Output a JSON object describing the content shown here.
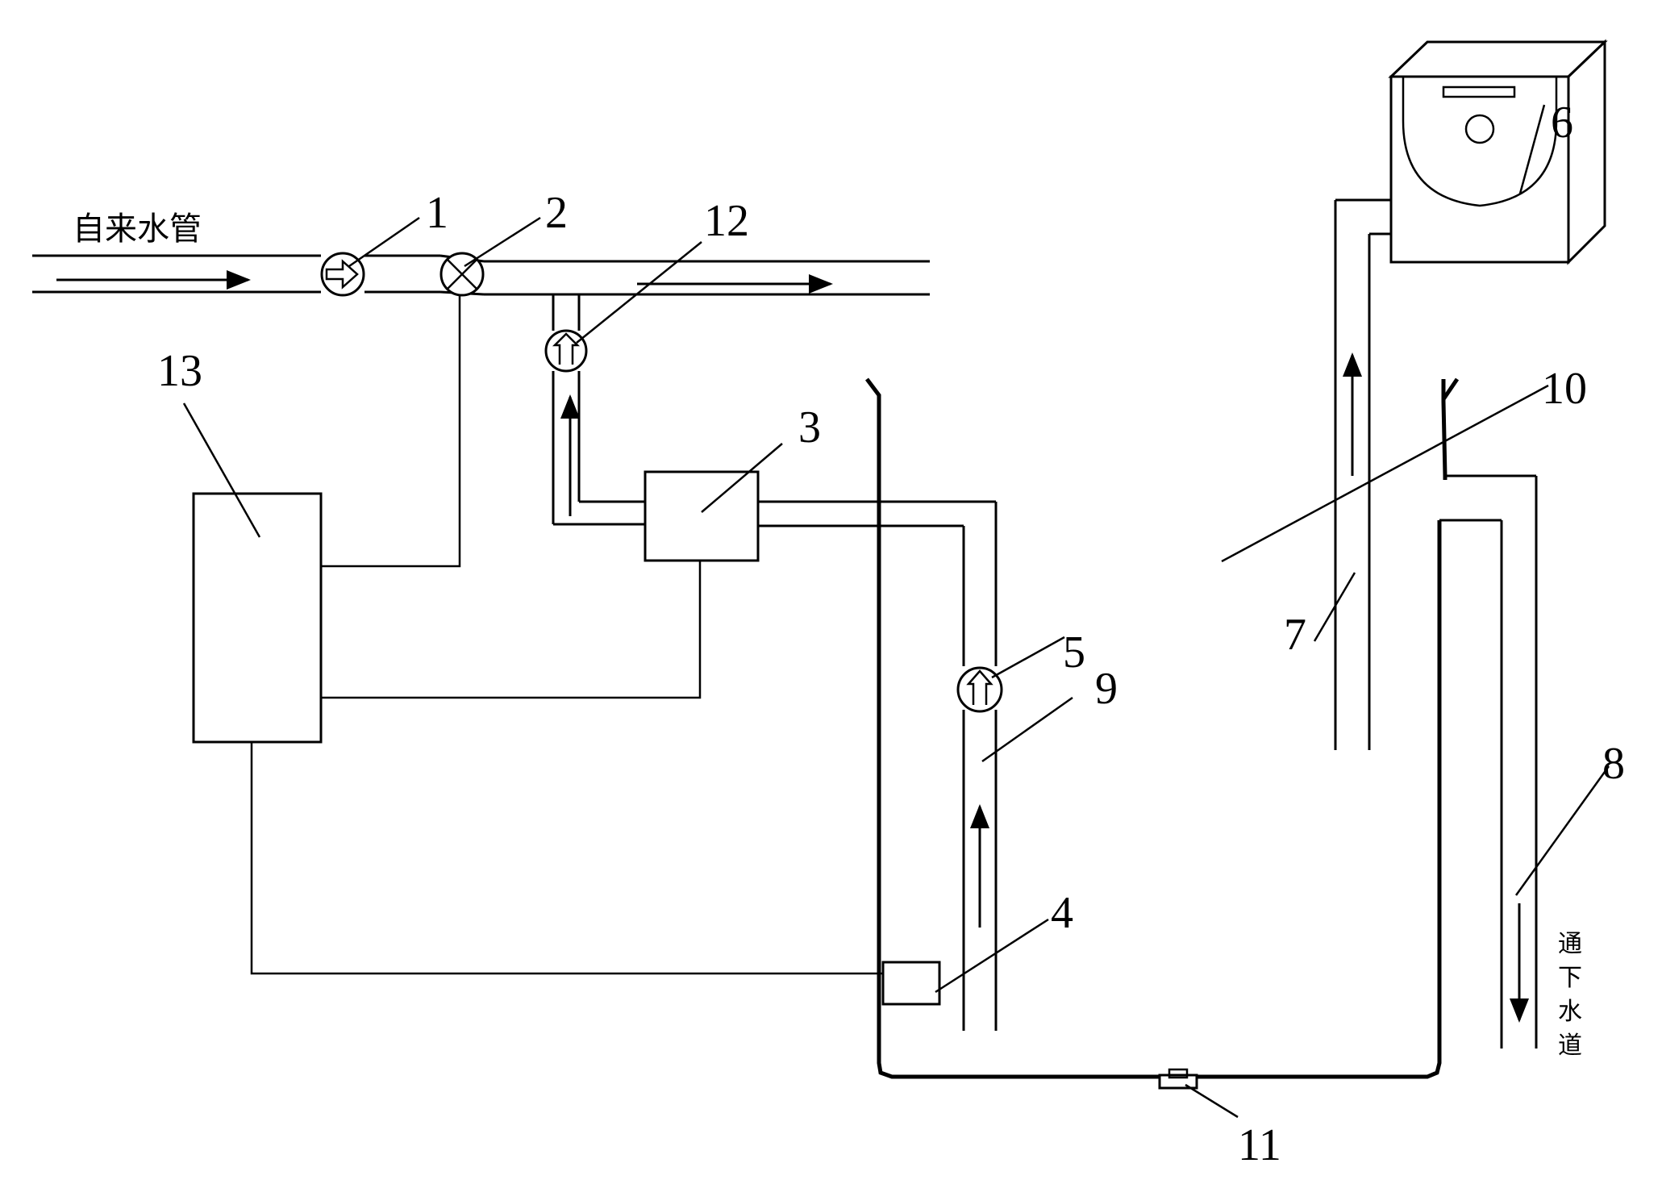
{
  "labels": {
    "water_main": "自来水管",
    "drain": [
      "通",
      "下",
      "水",
      "道"
    ],
    "n1": "1",
    "n2": "2",
    "n3": "3",
    "n4": "4",
    "n5": "5",
    "n6": "6",
    "n7": "7",
    "n8": "8",
    "n9": "9",
    "n10": "10",
    "n11": "11",
    "n12": "12",
    "n13": "13"
  }
}
